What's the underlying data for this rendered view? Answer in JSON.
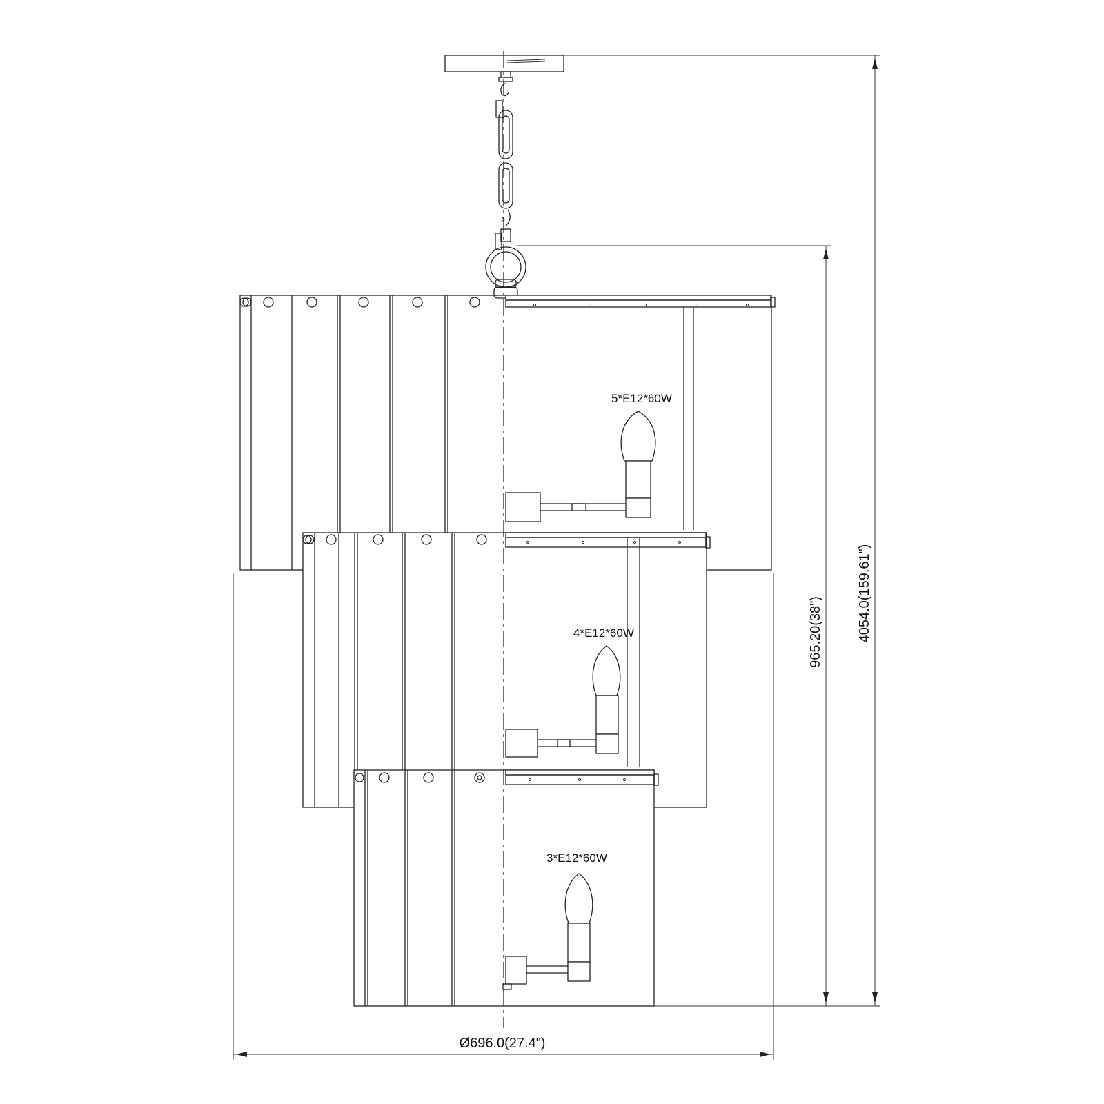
{
  "labels": {
    "tier_top": "5*E12*60W",
    "tier_middle": "4*E12*60W",
    "tier_bottom": "3*E12*60W"
  },
  "dimensions": {
    "overall_height": "4054.0(159.61\")",
    "body_height": "965.20(38\")",
    "diameter": "Ø696.0(27.4\")"
  }
}
